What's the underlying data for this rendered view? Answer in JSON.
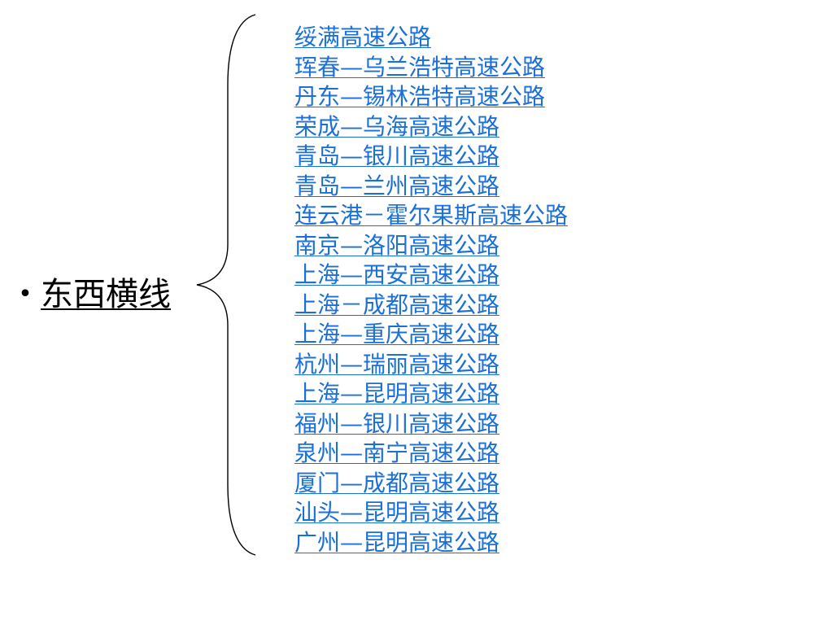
{
  "heading": {
    "bullet": "•",
    "text": "东西横线"
  },
  "routes": [
    "绥满高速公路",
    "珲春—乌兰浩特高速公路",
    "丹东—锡林浩特高速公路",
    "荣成—乌海高速公路",
    "青岛—银川高速公路",
    "青岛—兰州高速公路",
    "连云港－霍尔果斯高速公路",
    "南京—洛阳高速公路",
    "上海—西安高速公路",
    "上海－成都高速公路",
    "上海—重庆高速公路",
    "杭州—瑞丽高速公路",
    "上海—昆明高速公路",
    "福州—银川高速公路",
    "泉州—南宁高速公路",
    "厦门—成都高速公路",
    "汕头—昆明高速公路",
    "广州—昆明高速公路"
  ],
  "colors": {
    "link": "#1a6fd9",
    "text": "#000000",
    "brace": "#000000"
  }
}
